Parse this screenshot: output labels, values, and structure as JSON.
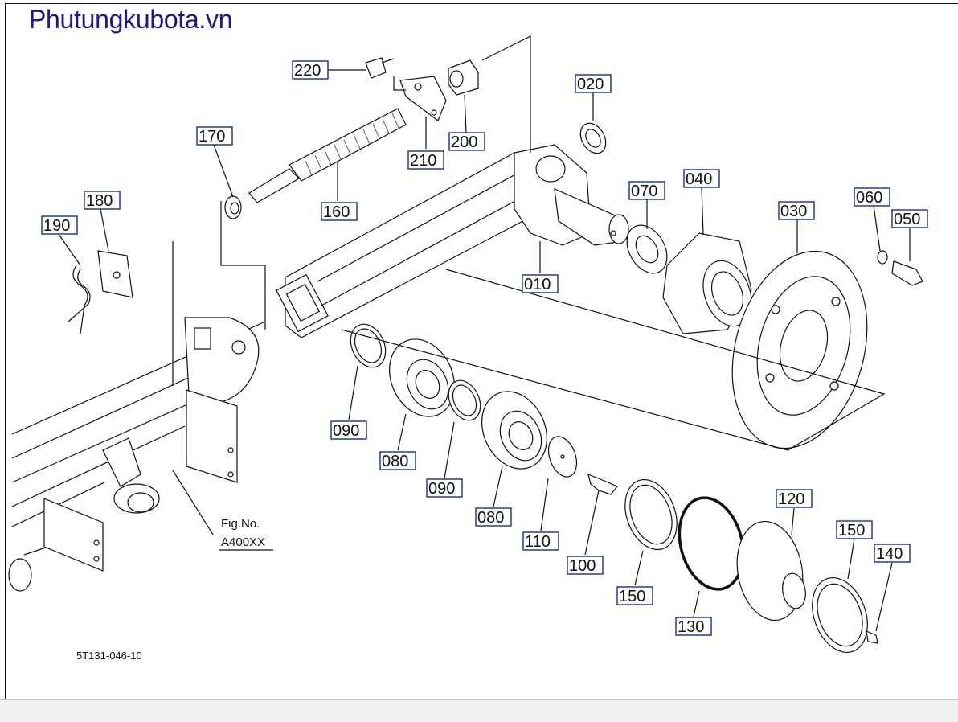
{
  "site": {
    "title": "Phutungkubota.vn"
  },
  "drawing": {
    "code": "5T131-046-10",
    "fig_ref_label": "Fig.No.",
    "fig_ref_value": "A400XX"
  },
  "callouts": [
    "220",
    "020",
    "170",
    "180",
    "190",
    "210",
    "200",
    "160",
    "070",
    "040",
    "060",
    "030",
    "050",
    "010",
    "090",
    "080",
    "090",
    "080",
    "110",
    "100",
    "150",
    "130",
    "120",
    "150",
    "140"
  ]
}
